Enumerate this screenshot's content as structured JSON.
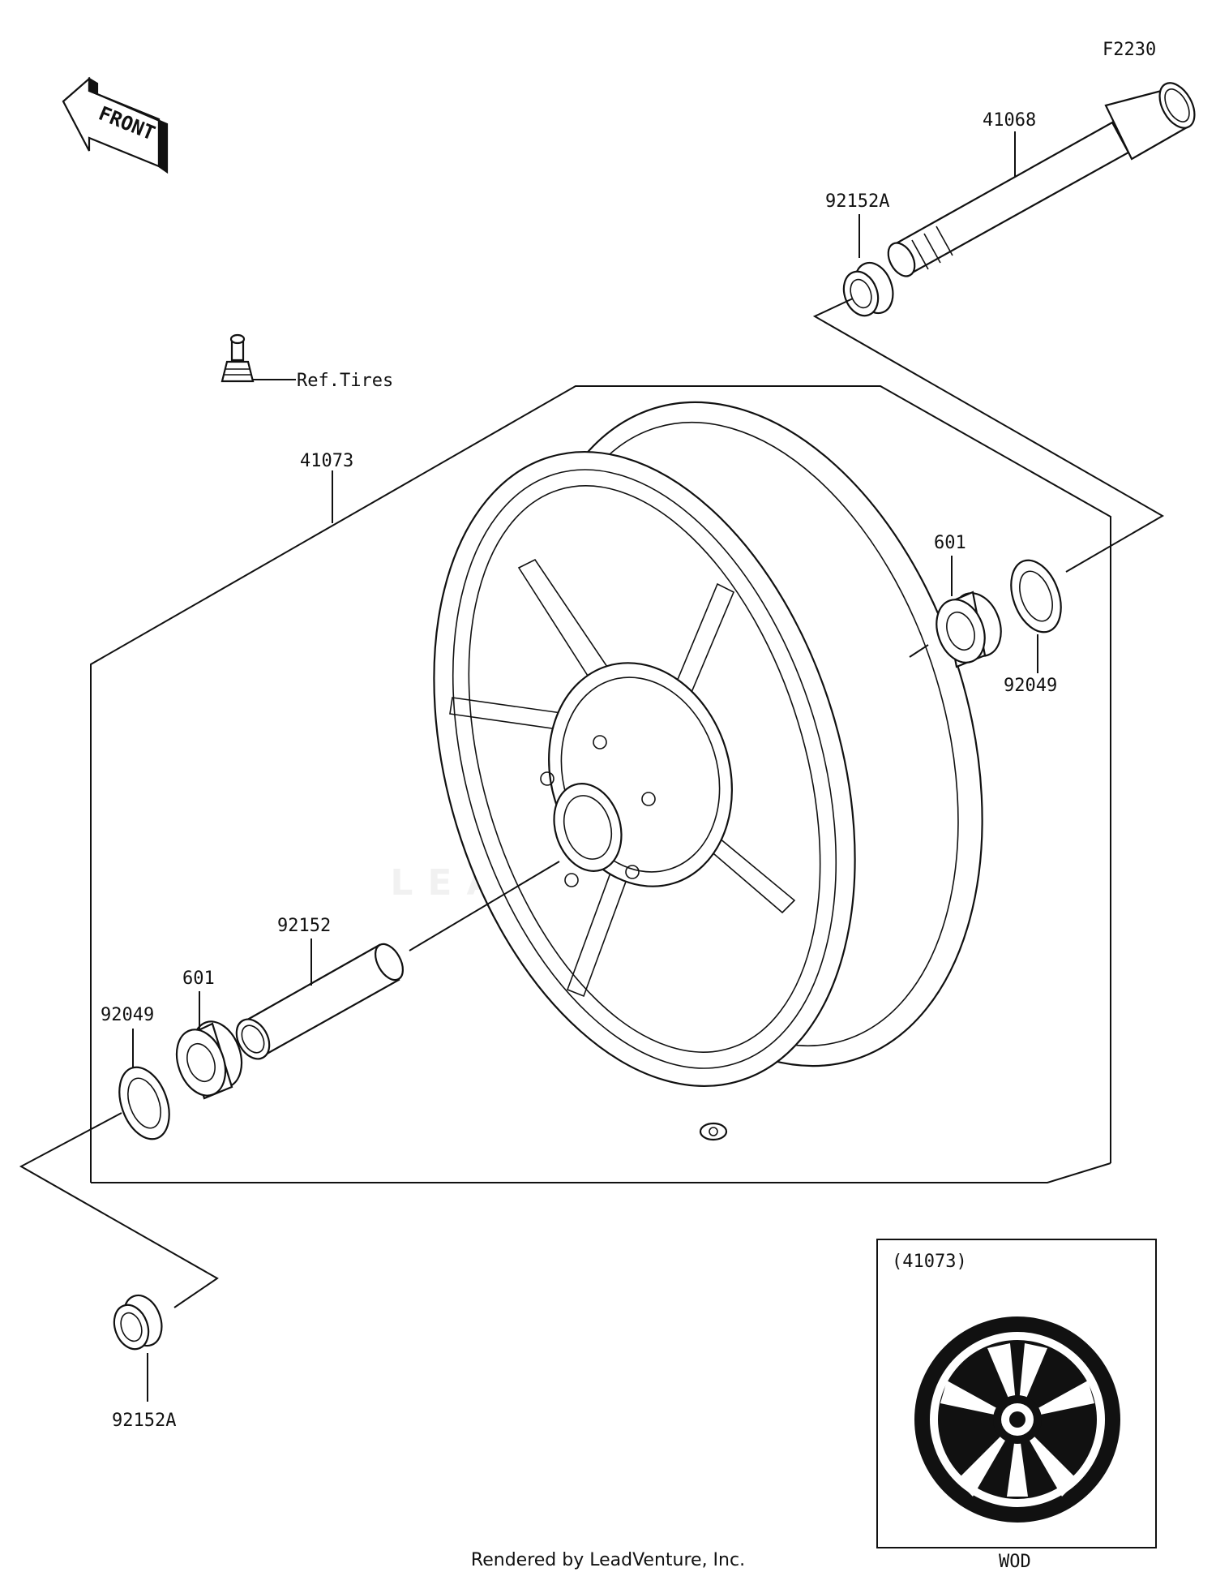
{
  "diagram": {
    "code": "F2230",
    "front_arrow_text": "FRONT",
    "parts": {
      "axle": "41068",
      "collar_right": "92152A",
      "valve_ref": "Ref.Tires",
      "wheel": "41073",
      "bearing_right": "601",
      "seal_right": "92049",
      "spacer": "92152",
      "bearing_left": "601",
      "seal_left": "92049",
      "collar_left": "92152A"
    },
    "inset": {
      "label": "(41073)",
      "caption": "WOD"
    },
    "footer": "Rendered by LeadVenture, Inc.",
    "watermark": "LEADVENTURE"
  }
}
